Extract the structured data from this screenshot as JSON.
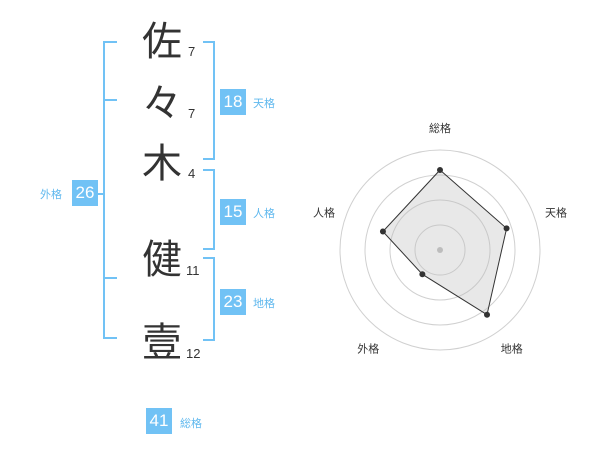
{
  "name": {
    "chars": [
      {
        "char": "佐",
        "strokes": "7"
      },
      {
        "char": "々",
        "strokes": "7"
      },
      {
        "char": "木",
        "strokes": "4"
      },
      {
        "char": "健",
        "strokes": "11"
      },
      {
        "char": "壹",
        "strokes": "12"
      }
    ]
  },
  "kakaku": {
    "tenkaku": {
      "value": "18",
      "label": "天格"
    },
    "jinkaku": {
      "value": "15",
      "label": "人格"
    },
    "chikaku": {
      "value": "23",
      "label": "地格"
    },
    "gaikaku": {
      "value": "26",
      "label": "外格"
    },
    "soukaku": {
      "value": "41",
      "label": "総格"
    }
  },
  "colors": {
    "accent": "#71c2f5",
    "text": "#333333",
    "label": "#5fb8ee"
  },
  "chart_data": {
    "type": "radar",
    "axes": [
      "総格",
      "天格",
      "地格",
      "外格",
      "人格"
    ],
    "values": [
      4,
      3.5,
      4,
      1.5,
      3
    ],
    "max": 5,
    "rings": 4
  }
}
